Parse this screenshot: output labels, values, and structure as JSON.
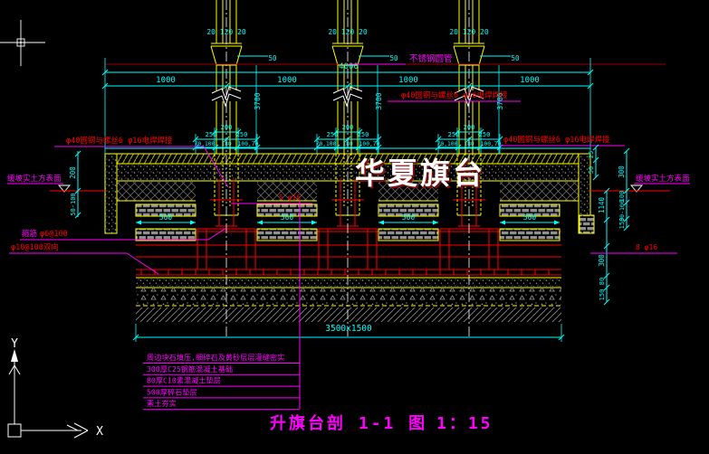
{
  "app": {
    "watermark": "华夏旗台",
    "title": "升旗台剖 1-1 图",
    "scale": "1：15"
  },
  "ucs": {
    "x": "X",
    "y": "Y"
  },
  "notes": {
    "pipe": "不锈钢圆管",
    "weld": "φ40圆钢与螺丝6 φ16电焊焊接",
    "surface": "缓坡实土方表面",
    "stirrup_prefix": "箍筋",
    "stirrup_spec": "φ6@100",
    "mesh": "φ10@100双向",
    "rebar_top": "5 φ16",
    "rebar_bottom": "8 φ16"
  },
  "legend": {
    "items": [
      "周边块石填压,细碎石及黄砂层层灌缝密实",
      "300厚C25钢筋混凝土基础",
      "80厚C10素混凝土垫层",
      "500厚碎石垫层",
      "素土夯实"
    ]
  },
  "dims": {
    "pole_top": "20 120 20",
    "taper": "50",
    "total": "4000",
    "bay": "1000",
    "pole_height": "3700",
    "sleeve": "200",
    "half_left": "250",
    "half_right": "250",
    "row3_left": "70,100",
    "row3_mid": "180",
    "row3_right": "100,70",
    "step": "500",
    "footprint": "3500x1500",
    "left_chain": [
      "200",
      "50-100"
    ],
    "right_top_chain": [
      "25",
      "50"
    ],
    "right_outer_chain": [
      "300",
      "100",
      "50-100",
      "150"
    ],
    "right_deep_chain": [
      "1140",
      "300",
      "80",
      "150"
    ]
  },
  "colors": {
    "background": "#000000",
    "dim": "#00ffff",
    "structure": "#ffff00",
    "rebar": "#ff0000",
    "annotation": "#ff00ff",
    "centerline": "#ffffff",
    "ground": "#9b0000",
    "hatch": "#8f8f8f"
  }
}
